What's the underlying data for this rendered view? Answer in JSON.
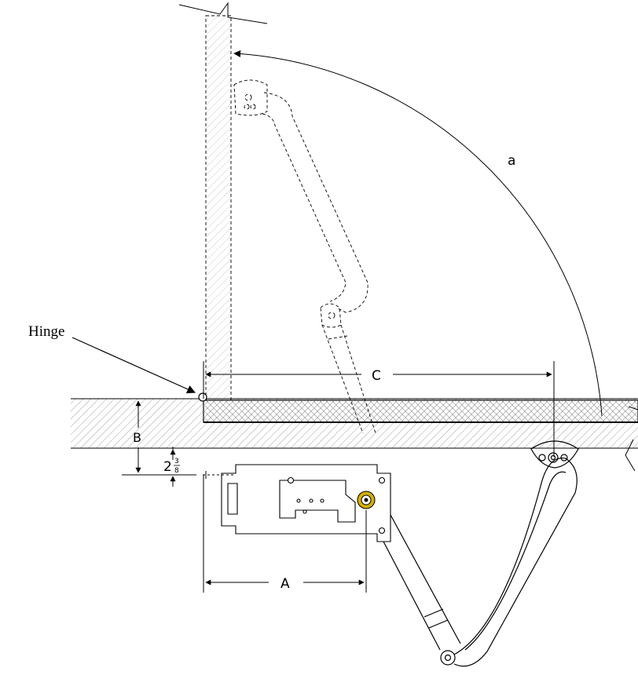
{
  "labels": {
    "hinge": "Hinge",
    "angle": "a",
    "dim_a": "A",
    "dim_b": "B",
    "dim_c": "C",
    "offset_whole": "2",
    "offset_num": "3",
    "offset_den": "8"
  },
  "colors": {
    "line": "#000000",
    "hatch": "#6b6b6b",
    "accent": "#d4b000"
  }
}
